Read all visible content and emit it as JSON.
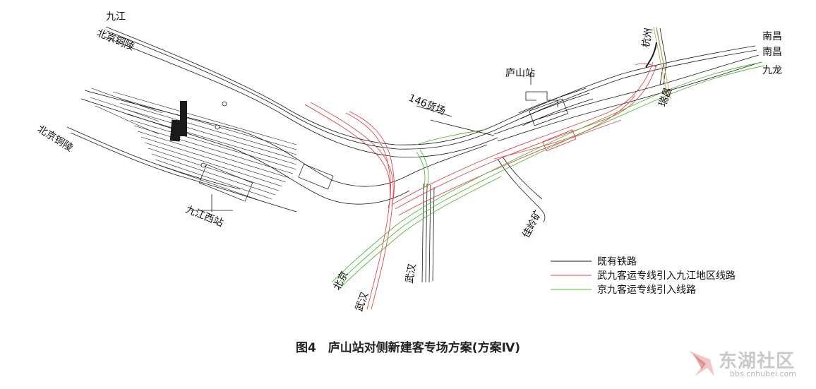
{
  "figure": {
    "caption": "图4　庐山站对侧新建客专场方案(方案Ⅳ)"
  },
  "labels": {
    "jiujiang": "九江",
    "beijing_tongling_top": "北京铜陵",
    "beijing_tongling_left": "北京铜陵",
    "jiujiang_west_station": "九江西站",
    "huochang_146": "146货场",
    "lushan_station": "庐山站",
    "hangzhou": "杭州",
    "ruichang": "瑞昌",
    "nanchang_1": "南昌",
    "nanchang_2": "南昌",
    "jiulong": "九龙",
    "jialingkuang": "佳岭矿",
    "beijing_bottom": "北京",
    "wuhan_bottom_left": "武汉",
    "wuhan_bottom_mid": "武汉"
  },
  "legend": {
    "items": [
      {
        "label": "既有铁路",
        "color": "#1a1a1a"
      },
      {
        "label": "武九客运专线引入九江地区线路",
        "color": "#e0474c"
      },
      {
        "label": "京九客运专线引入线路",
        "color": "#55b83a"
      }
    ]
  },
  "colors": {
    "existing": "#1a1a1a",
    "wujiu": "#e0474c",
    "jingjiu": "#55b83a"
  },
  "watermark": {
    "title": "东湖社区",
    "url": "bbs.cnhubei.com",
    "icon": "donghu-logo-icon"
  }
}
